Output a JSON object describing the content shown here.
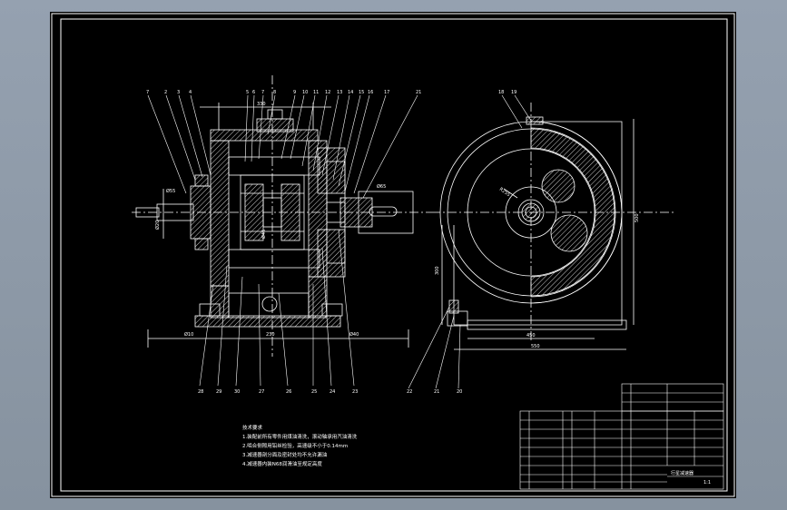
{
  "drawing": {
    "bg_color": "#000000",
    "line_color": "#ffffff",
    "page_color": "#8d99a8",
    "dims_left": {
      "top": "330",
      "shaft_right": "Ø65",
      "shaft_left": "Ø55",
      "bore_left": "Ø20",
      "bore_center": "Ø45",
      "bottom_left": "Ø10",
      "bottom_mid": "230",
      "bottom_right": "Ø40"
    },
    "dims_right": {
      "radius": "R255",
      "height_left": "300",
      "height_right": "500",
      "width_inner": "450",
      "width_outer": "550"
    },
    "balloons_top": [
      "7",
      "2",
      "3",
      "4",
      "5",
      "6",
      "7",
      "8",
      "9",
      "10",
      "11",
      "12",
      "13",
      "14",
      "15",
      "16",
      "17",
      "21"
    ],
    "balloons_bottom_left": [
      "28",
      "29",
      "30",
      "27",
      "26",
      "25",
      "24",
      "23"
    ],
    "balloons_right_top": [
      "18",
      "19"
    ],
    "balloons_bottom_right": [
      "22",
      "21",
      "20"
    ],
    "notes": {
      "title": "技术要求",
      "lines": [
        "1.装配前所有零件用煤油清洗，滚动轴承用汽油清洗",
        "2.啮合侧隙用铅丝检验，高速级不小于0.14mm",
        "3.减速器剖分面及密封处均不允许漏油",
        "4.减速器内装N68润滑油至规定高度"
      ]
    },
    "title_block": {
      "title": "行星减速器",
      "scale": "1:1"
    }
  }
}
